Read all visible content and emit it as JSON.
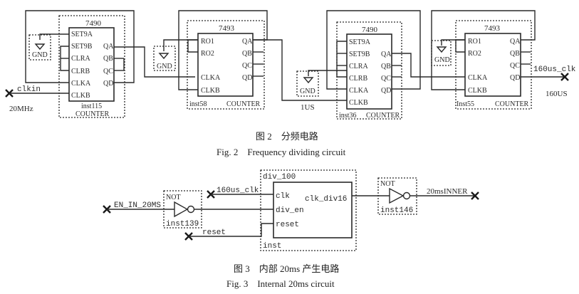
{
  "figure2": {
    "caption_cn": "图 2　分频电路",
    "caption_en": "Fig. 2　Frequency dividing circuit",
    "input": {
      "name": "clkin",
      "freq": "20MHz"
    },
    "gnd_label": "GND",
    "counters": [
      {
        "part": "7490",
        "inst": "inst115",
        "type": "COUNTER",
        "pins_left": [
          "SET9A",
          "SET9B",
          "CLRA",
          "CLRB",
          "CLKA",
          "CLKB"
        ],
        "pins_right": [
          "QA",
          "QB",
          "QC",
          "QD"
        ]
      },
      {
        "part": "7493",
        "inst": "inst58",
        "type": "COUNTER",
        "pins_left": [
          "RO1",
          "RO2",
          "CLKA",
          "CLKB"
        ],
        "pins_right": [
          "QA",
          "QB",
          "QC",
          "QD"
        ]
      },
      {
        "part": "7490",
        "inst": "inst36",
        "type": "COUNTER",
        "pins_left": [
          "SET9A",
          "SET9B",
          "CLRA",
          "CLRB",
          "CLKA",
          "CLKB"
        ],
        "pins_right": [
          "QA",
          "QB",
          "QC",
          "QD"
        ]
      },
      {
        "part": "7493",
        "inst": "Inst55",
        "type": "COUNTER",
        "pins_left": [
          "RO1",
          "RO2",
          "CLKA",
          "CLKB"
        ],
        "pins_right": [
          "QA",
          "QB",
          "QC",
          "QD"
        ]
      }
    ],
    "net_1us": "1US",
    "output": {
      "name": "160us_clk",
      "period": "160US"
    }
  },
  "figure3": {
    "caption_cn": "图 3　内部 20ms 产生电路",
    "caption_en": "Fig. 3　Internal 20ms circuit",
    "input_en": "EN_IN_20MS",
    "not1": {
      "type": "NOT",
      "inst": "inst139"
    },
    "input_clk": "160us_clk",
    "input_reset": "reset",
    "div": {
      "title": "div_100",
      "inst": "inst",
      "pins_left": [
        "clk",
        "div_en",
        "reset"
      ],
      "pin_right": "clk_div16"
    },
    "not2": {
      "type": "NOT",
      "inst": "inst146"
    },
    "output": "20msINNER"
  }
}
